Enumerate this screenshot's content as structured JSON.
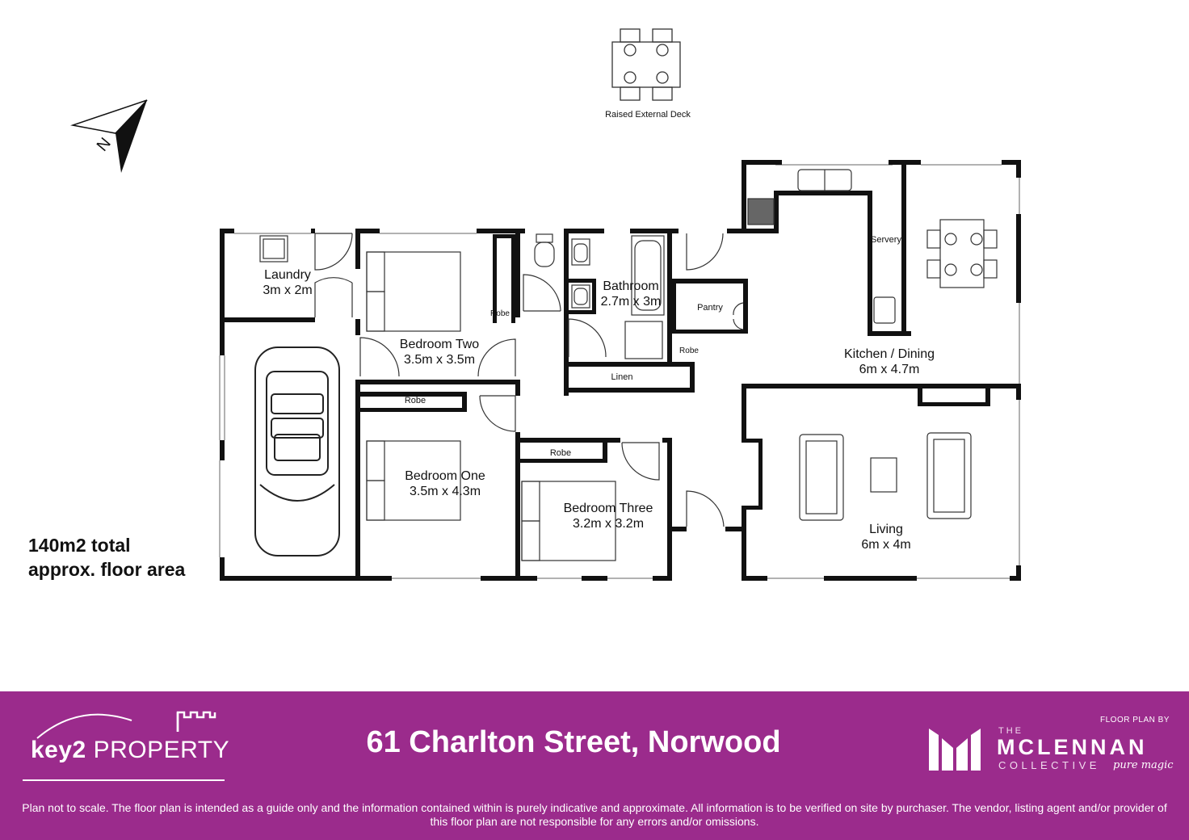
{
  "deck": {
    "label": "Raised External Deck"
  },
  "north": {
    "label": "N"
  },
  "rooms": {
    "laundry": {
      "name": "Laundry",
      "size": "3m x 2m"
    },
    "bedroom_two": {
      "name": "Bedroom Two",
      "size": "3.5m x 3.5m"
    },
    "bathroom": {
      "name": "Bathroom",
      "size": "2.7m x 3m"
    },
    "kitchen_dining": {
      "name": "Kitchen / Dining",
      "size": "6m x 4.7m"
    },
    "bedroom_one": {
      "name": "Bedroom One",
      "size": "3.5m x 4.3m"
    },
    "bedroom_three": {
      "name": "Bedroom Three",
      "size": "3.2m x 3.2m"
    },
    "living": {
      "name": "Living",
      "size": "6m x 4m"
    }
  },
  "fixtures": {
    "robe": "Robe",
    "linen": "Linen",
    "pantry": "Pantry",
    "servery": "Servery"
  },
  "area_note": {
    "line1": "140m2 total",
    "line2": "approx. floor area"
  },
  "footer": {
    "brand_key2_bold": "key2",
    "brand_key2_rest": " PROPERTY",
    "address": "61 Charlton Street, Norwood",
    "floor_plan_by": "FLOOR PLAN BY",
    "mc_the": "THE",
    "mc_name": "MCLENNAN",
    "mc_collective": "COLLECTIVE",
    "mc_tagline": "pure magic",
    "disclaimer": "Plan not to scale. The floor plan is intended as a guide only and the information contained within is purely indicative and approximate. All information is to be verified on site by purchaser. The vendor, listing agent and/or provider of this floor plan are not responsible for any errors and/or omissions."
  },
  "colors": {
    "footer_bg": "#9b2b8c",
    "wall": "#111111",
    "text_on_footer": "#ffffff"
  }
}
